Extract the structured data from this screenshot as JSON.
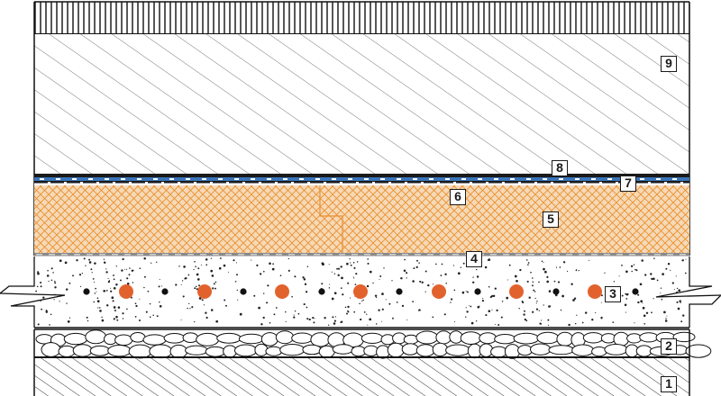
{
  "diagram": {
    "layers": [
      {
        "id": "1",
        "name": "subsoil-hatched"
      },
      {
        "id": "2",
        "name": "gravel-layer"
      },
      {
        "id": "3",
        "name": "concrete-slab-with-rebar"
      },
      {
        "id": "4",
        "name": "separation-layer"
      },
      {
        "id": "5",
        "name": "insulation-crosshatch"
      },
      {
        "id": "6",
        "name": "membrane-layer"
      },
      {
        "id": "7",
        "name": "drainage-layer"
      },
      {
        "id": "8",
        "name": "filter-layer"
      },
      {
        "id": "9",
        "name": "soil-substrate"
      }
    ],
    "labels": [
      "9",
      "8",
      "7",
      "6",
      "5",
      "4",
      "3",
      "2",
      "1"
    ],
    "colors": {
      "insulation": "#f6d9b7",
      "insulation_hatch": "#e8902f",
      "rebar_large": "#e2622d",
      "rebar_small": "#111111",
      "membrane_blue": "#3a74b8",
      "line": "#1a1a1a"
    }
  }
}
